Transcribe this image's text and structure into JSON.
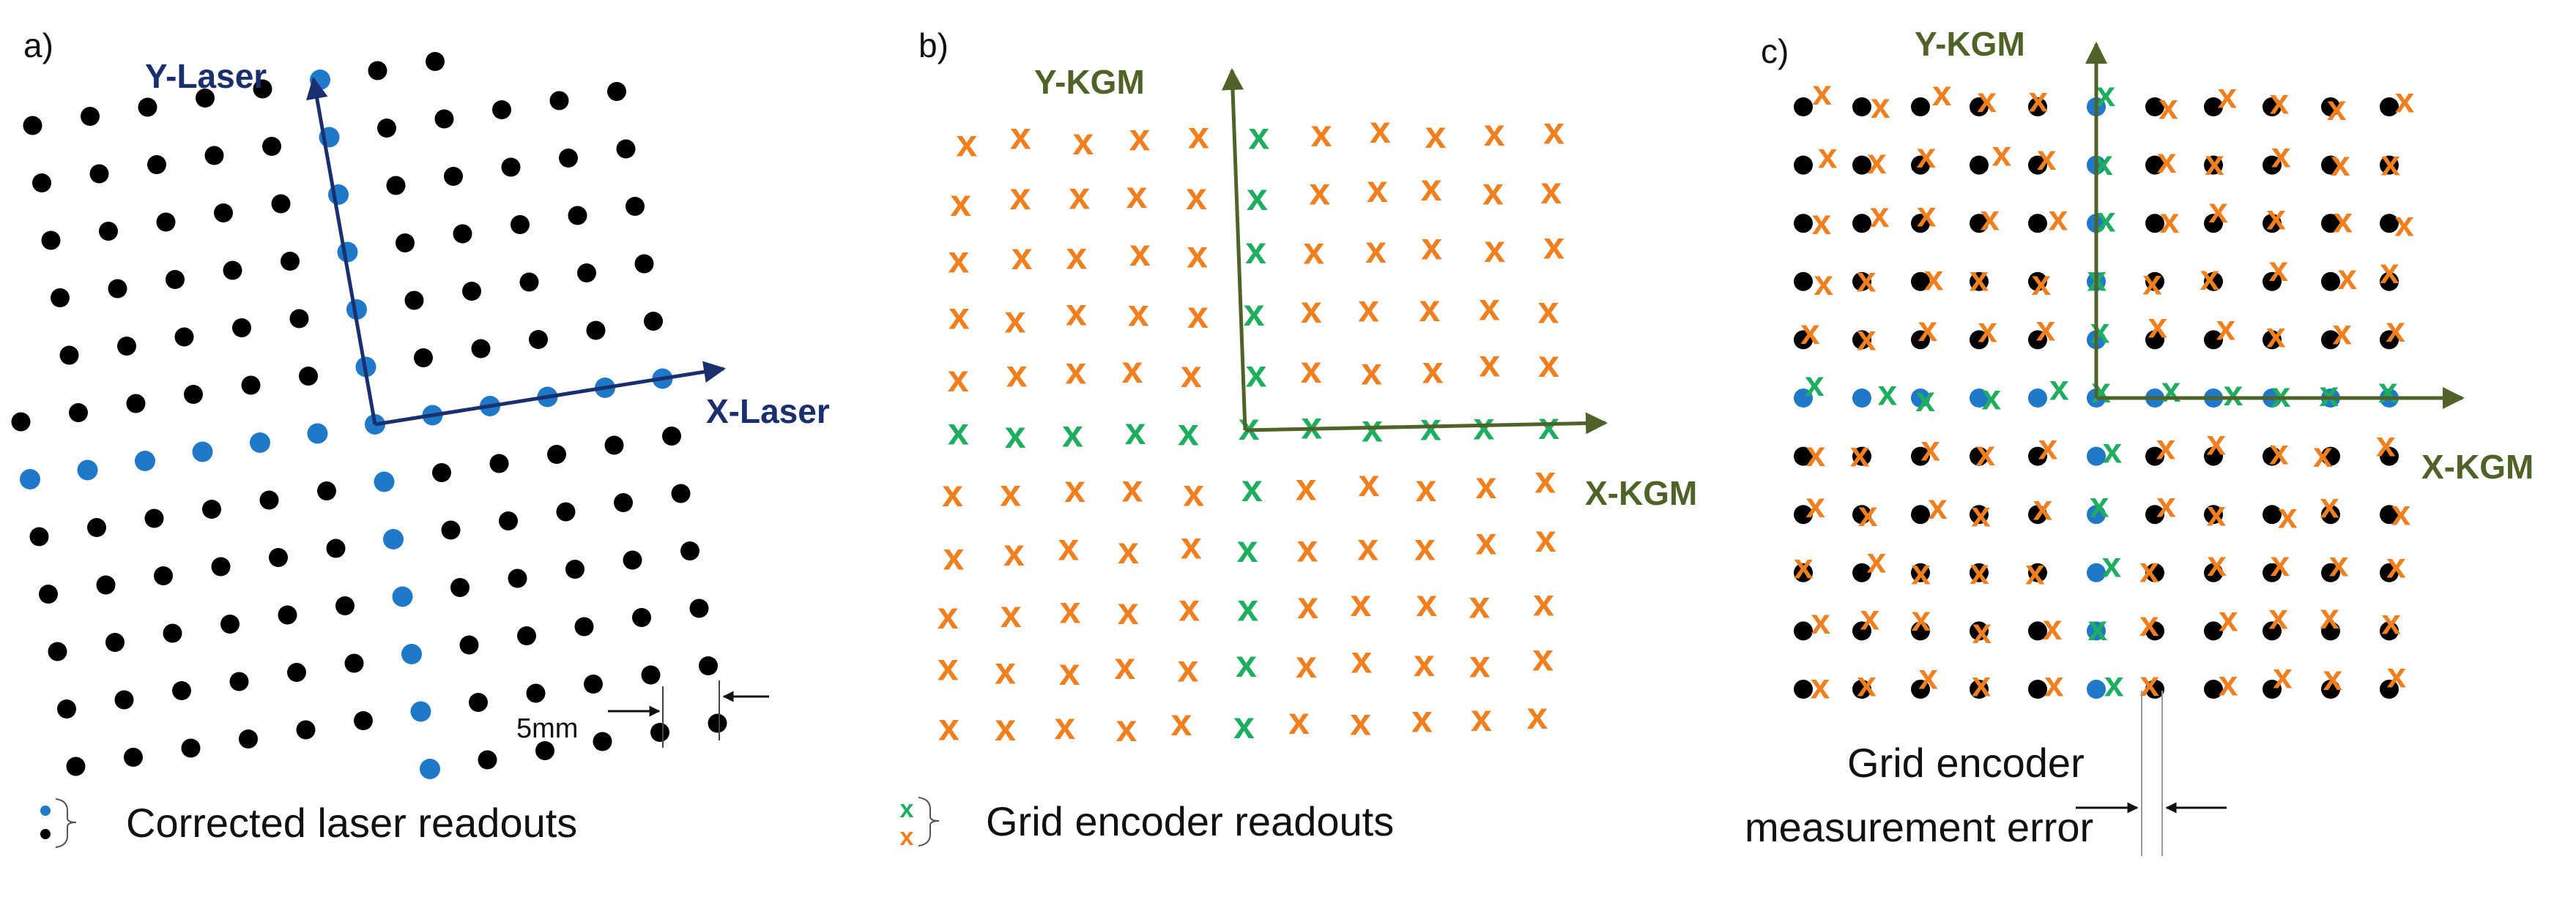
{
  "panels": {
    "a": {
      "label": "a)",
      "y_axis_label": "Y-Laser",
      "x_axis_label": "X-Laser",
      "dimension_label": "5mm",
      "legend_label": "Corrected laser readouts"
    },
    "b": {
      "label": "b)",
      "y_axis_label": "Y-KGM",
      "x_axis_label": "X-KGM",
      "legend_label": "Grid encoder readouts",
      "legend_markers": [
        "x",
        "x"
      ]
    },
    "c": {
      "label": "c)",
      "y_axis_label": "Y-KGM",
      "x_axis_label": "X-KGM",
      "note_line1": "Grid encoder",
      "note_line2": "measurement error"
    }
  },
  "marker_glyph": "x",
  "colors": {
    "laser_axis": "#1a2f6e",
    "kgm_axis": "#4f6228",
    "laser_dot_corrected": "#1f78c8",
    "laser_dot": "#000000",
    "encoder_x_orange": "#f07f1f",
    "encoder_x_green": "#1fae5f"
  }
}
